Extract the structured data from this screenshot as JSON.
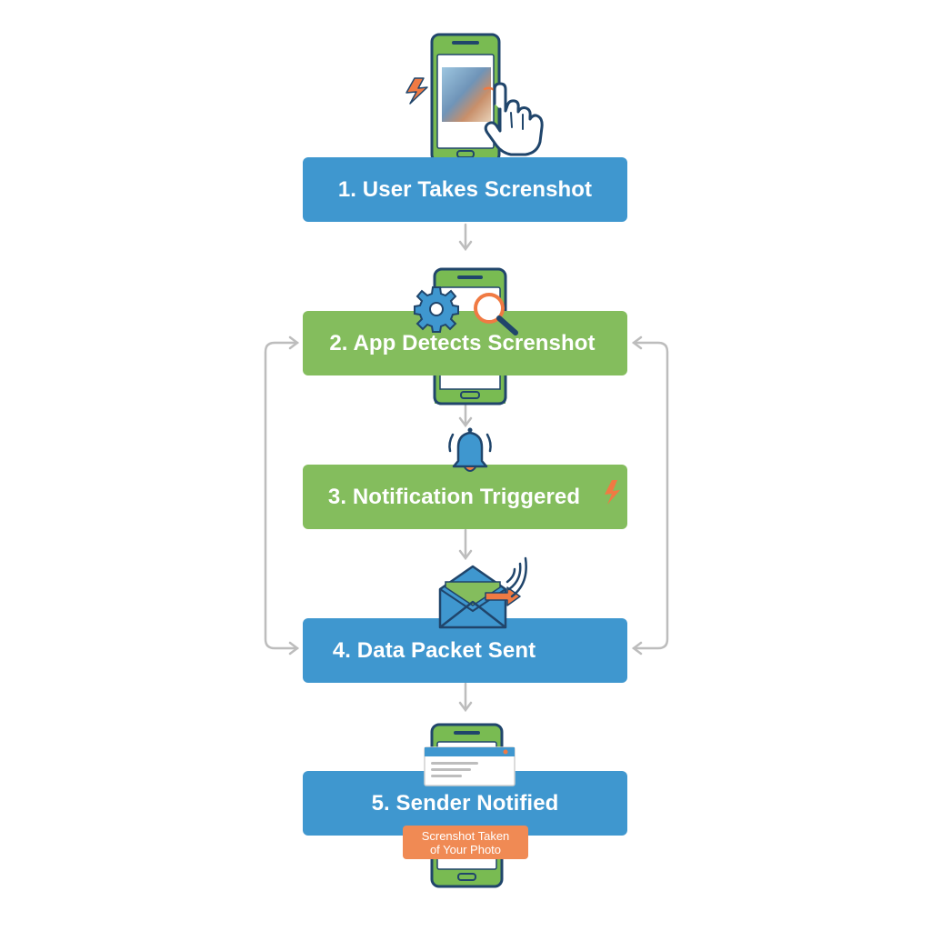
{
  "steps": [
    {
      "label": "1. User Takes Screnshot",
      "color": "#3f97cf"
    },
    {
      "label": "2. App Detects Screnshot",
      "color": "#84bd5d"
    },
    {
      "label": "3. Notification Triggered",
      "color": "#84bd5d"
    },
    {
      "label": "4. Data Packet Sent",
      "color": "#3f97cf"
    },
    {
      "label": "5. Sender Notified",
      "color": "#3f97cf"
    }
  ],
  "toast": {
    "line1": "Screnshot Taken",
    "line2": "of Your Photo",
    "color": "#f08a54"
  },
  "icons": [
    "phone-screenshot-icon",
    "lightning-icon",
    "tap-hand-icon",
    "phone-icon",
    "gear-icon",
    "magnifier-icon",
    "bell-icon",
    "envelope-icon",
    "signal-icon",
    "send-arrow-icon",
    "notification-card-icon"
  ],
  "colors": {
    "phone_green": "#79bb52",
    "outline": "#20456b",
    "accent_orange": "#f07a43",
    "connector_gray": "#bdbdbd"
  }
}
